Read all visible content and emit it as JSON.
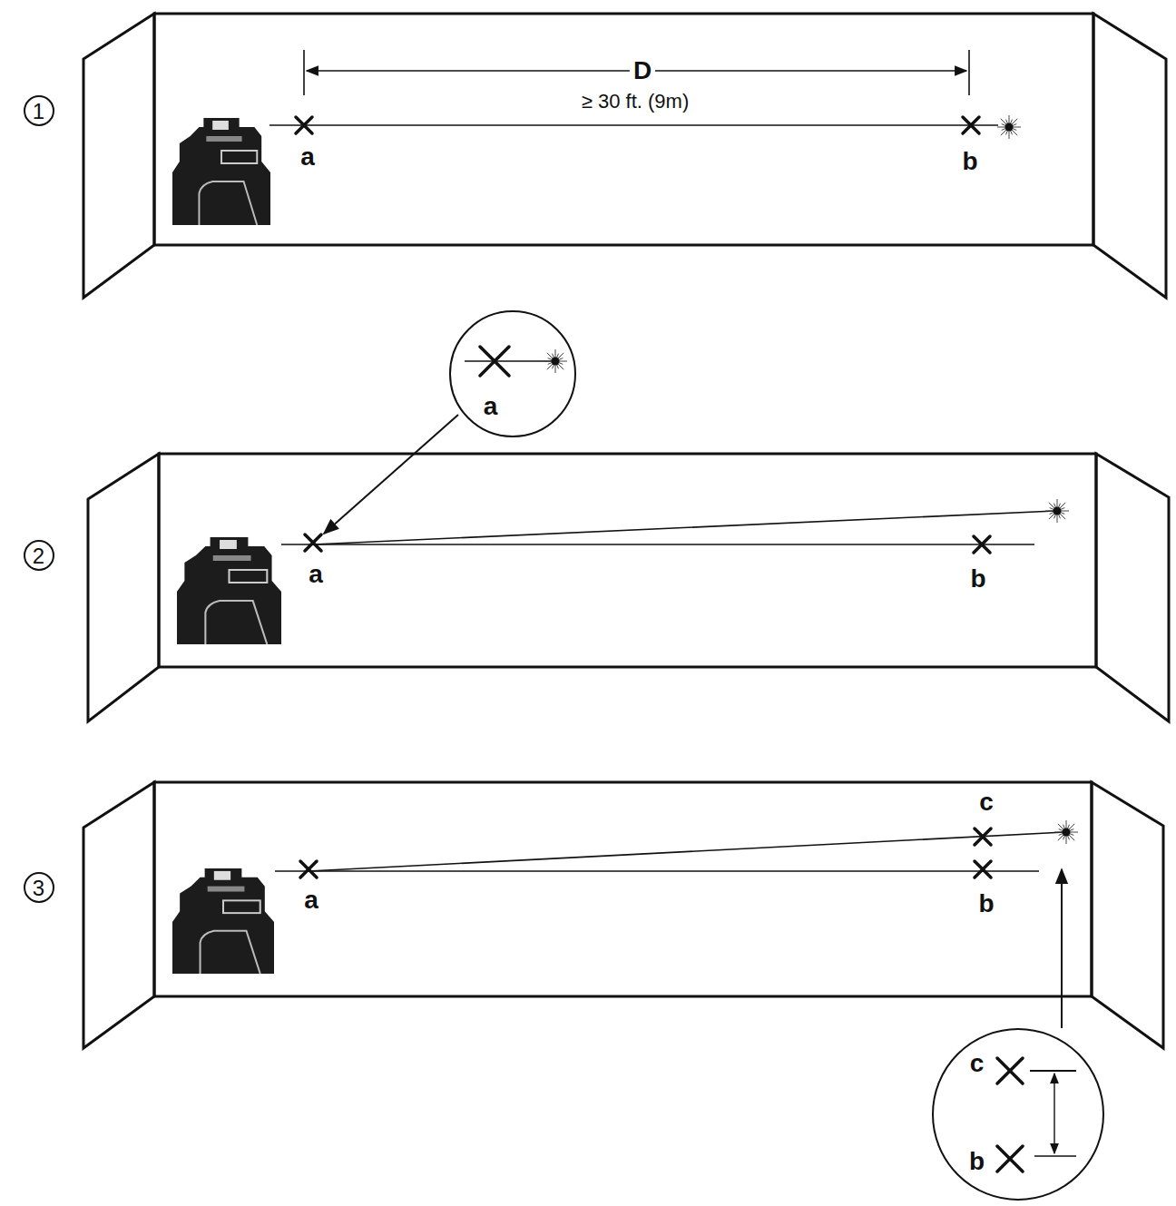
{
  "diagram": {
    "nodes": [
      {
        "text": [
          "1"
        ]
      },
      {
        "text": [
          "a"
        ]
      },
      {
        "text": [
          "2"
        ]
      },
      {
        "text": [
          "3"
        ]
      },
      {
        "text": [
          "c",
          "b"
        ]
      }
    ],
    "labels": [
      "D",
      "≥ 30 ft. (9m)",
      "a",
      "b",
      "a",
      "b",
      "c",
      "a",
      "b"
    ]
  }
}
